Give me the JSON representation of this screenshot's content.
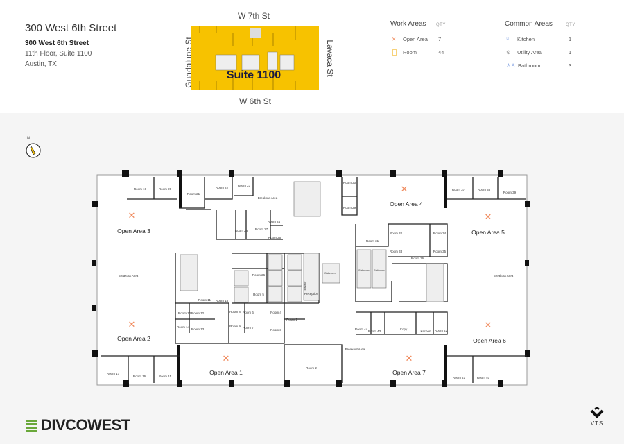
{
  "header": {
    "title": "300 West 6th Street",
    "address_line1": "300 West 6th Street",
    "address_line2": "11th Floor, Suite 1100",
    "address_line3": "Austin, TX"
  },
  "keyplan": {
    "suite_label": "Suite 1100",
    "streets": {
      "north": "W 7th St",
      "south": "W 6th St",
      "west": "Guadalupe St",
      "east": "Lavaca St"
    },
    "highlight_color": "#F7C200"
  },
  "legend": {
    "work_areas": {
      "title": "Work Areas",
      "qty_header": "QTY",
      "items": [
        {
          "icon": "open-area-icon",
          "label": "Open Area",
          "qty": "7"
        },
        {
          "icon": "room-icon",
          "label": "Room",
          "qty": "44"
        }
      ]
    },
    "common_areas": {
      "title": "Common Areas",
      "qty_header": "QTY",
      "items": [
        {
          "icon": "kitchen-icon",
          "label": "Kitchen",
          "qty": "1"
        },
        {
          "icon": "utility-gear-icon",
          "label": "Utility Area",
          "qty": "1"
        },
        {
          "icon": "bathroom-icon",
          "label": "Bathroom",
          "qty": "3"
        }
      ]
    }
  },
  "compass": {
    "label": "N"
  },
  "floorplan": {
    "open_areas": [
      "Open Area 1",
      "Open Area 2",
      "Open Area 3",
      "Open Area 4",
      "Open Area 5",
      "Open Area 6",
      "Open Area 7"
    ],
    "rooms": [
      "Room 1",
      "Room 2",
      "Room 3",
      "Room 4",
      "Room 5",
      "Room 6",
      "Room 7",
      "Room 8",
      "Room 9",
      "Room 10",
      "Room 11",
      "Room 12",
      "Room 13",
      "Room 14",
      "Room 15",
      "Room 16",
      "Room 17",
      "Room 18",
      "Room 19",
      "Room 20",
      "Room 21",
      "Room 22",
      "Room 23",
      "Room 24",
      "Room 25",
      "Room 26",
      "Room 27",
      "Room 28",
      "Room 29",
      "Room 30",
      "Room 31",
      "Room 32",
      "Room 33",
      "Room 34",
      "Room 35",
      "Room 36",
      "Room 37",
      "Room 38",
      "Room 39",
      "Room 40",
      "Room 41",
      "Room 42",
      "Room 43",
      "Room 44"
    ],
    "common": {
      "breakout": "Breakout Area",
      "reception": "Reception",
      "bathroom": "Bathroom",
      "kitchen": "Kitchen",
      "copy": "Copy",
      "elevator": "Elevator"
    },
    "colors": {
      "open_area_icon": "#F08A5D",
      "room_icon": "#F7D27A",
      "bathroom_icon": "#7A9BE0"
    }
  },
  "footer": {
    "brand_logo": "DIVCOWEST",
    "vts_logo": "VTS"
  }
}
